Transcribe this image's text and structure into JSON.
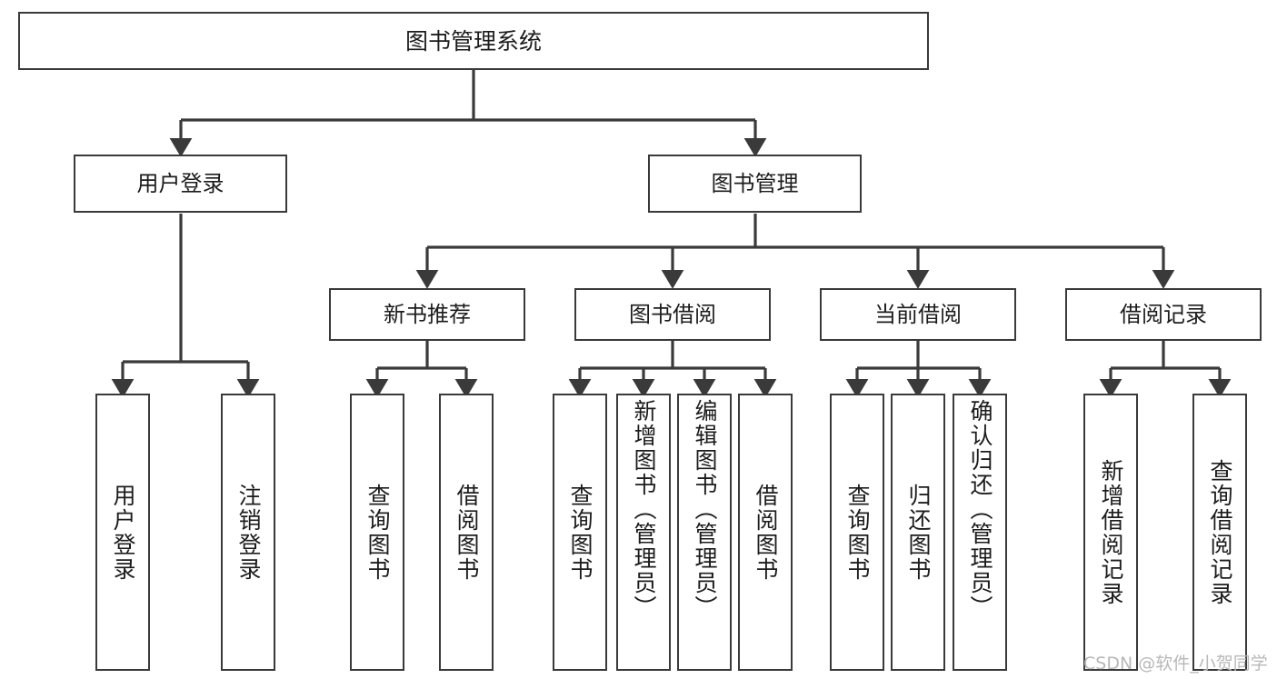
{
  "diagram": {
    "title": "图书管理系统",
    "type": "function-structure-tree",
    "stroke_color": "#3a3a3a",
    "text_color": "#1c1c1c",
    "background_color": "#ffffff",
    "nodes": {
      "root": {
        "label": "图书管理系统"
      },
      "level2": [
        {
          "label": "用户登录"
        },
        {
          "label": "图书管理"
        }
      ],
      "level3": [
        {
          "label": "新书推荐"
        },
        {
          "label": "图书借阅"
        },
        {
          "label": "当前借阅"
        },
        {
          "label": "借阅记录"
        }
      ],
      "leaves": {
        "user_login": [
          {
            "label": "用户登录"
          },
          {
            "label": "注销登录"
          }
        ],
        "new_book_recommend": [
          {
            "label": "查询图书"
          },
          {
            "label": "借阅图书"
          }
        ],
        "book_borrow": [
          {
            "label": "查询图书"
          },
          {
            "label": "新增图书（管理员）"
          },
          {
            "label": "编辑图书（管理员）"
          },
          {
            "label": "借阅图书"
          }
        ],
        "current_borrow": [
          {
            "label": "查询图书"
          },
          {
            "label": "归还图书"
          },
          {
            "label": "确认归还（管理员）"
          }
        ],
        "borrow_record": [
          {
            "label": "新增借阅记录"
          },
          {
            "label": "查询借阅记录"
          }
        ]
      }
    },
    "watermark": "CSDN @软件_小贺同学"
  }
}
